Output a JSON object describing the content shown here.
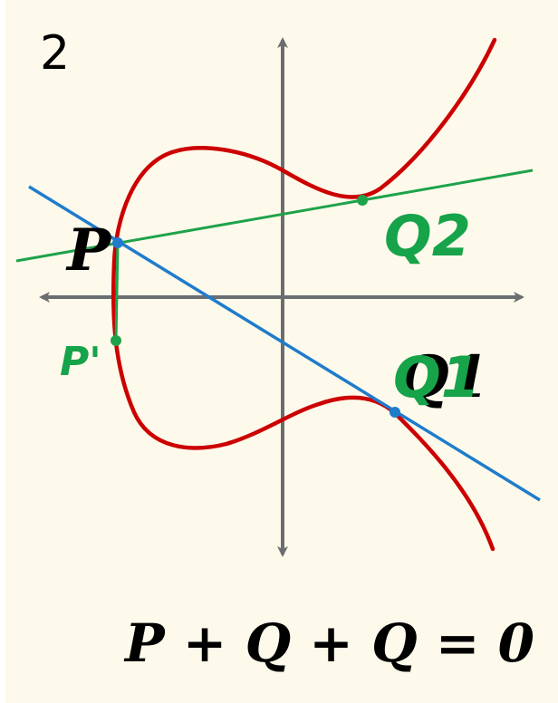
{
  "figure": {
    "number": "2",
    "labels": {
      "P": "P",
      "P_prime": "P'",
      "Q1": "Q1",
      "Q2": "Q2"
    },
    "equation": "P + Q + Q = 0"
  },
  "colors": {
    "background": "#fefaeb",
    "axes": "#6b6e70",
    "curve": "#cc0000",
    "secant_line": "#1f7ccc",
    "tangent_line": "#1ea24a",
    "label_green": "#16a34a",
    "text": "#000000"
  }
}
